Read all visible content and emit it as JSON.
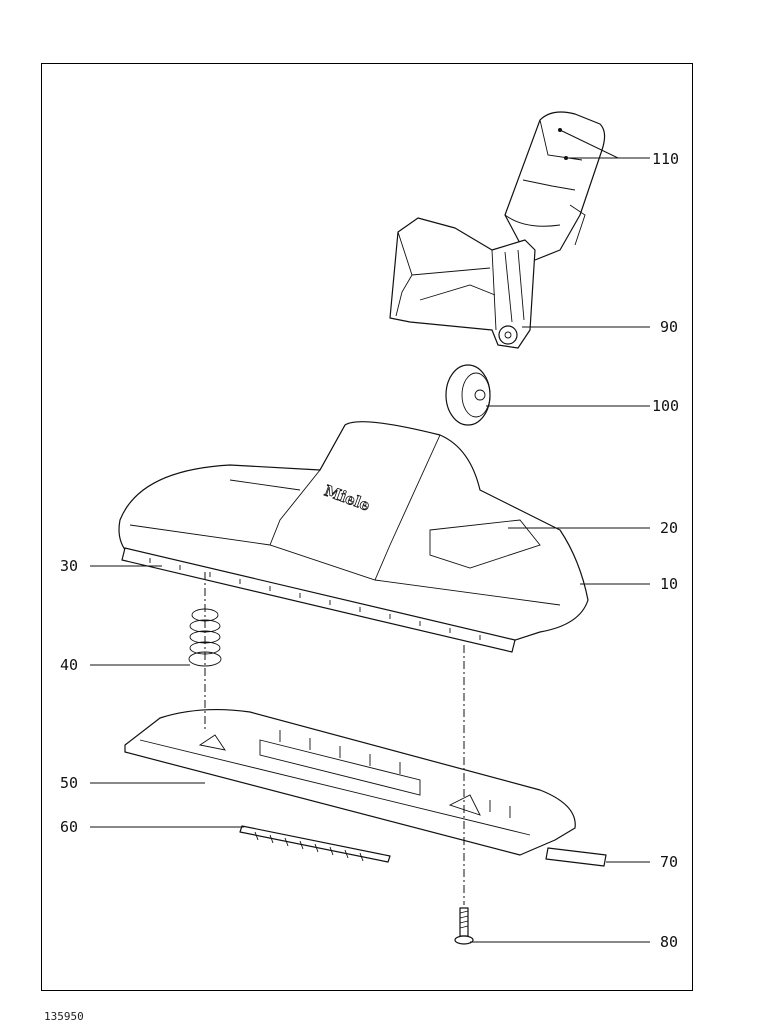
{
  "diagram": {
    "brand_text": "Miele",
    "document_id": "135950",
    "callouts": [
      {
        "label": "110"
      },
      {
        "label": "90"
      },
      {
        "label": "100"
      },
      {
        "label": "20"
      },
      {
        "label": "10"
      },
      {
        "label": "30"
      },
      {
        "label": "40"
      },
      {
        "label": "50"
      },
      {
        "label": "60"
      },
      {
        "label": "70"
      },
      {
        "label": "80"
      }
    ]
  },
  "colors": {
    "line": "#111111",
    "background": "#ffffff"
  }
}
